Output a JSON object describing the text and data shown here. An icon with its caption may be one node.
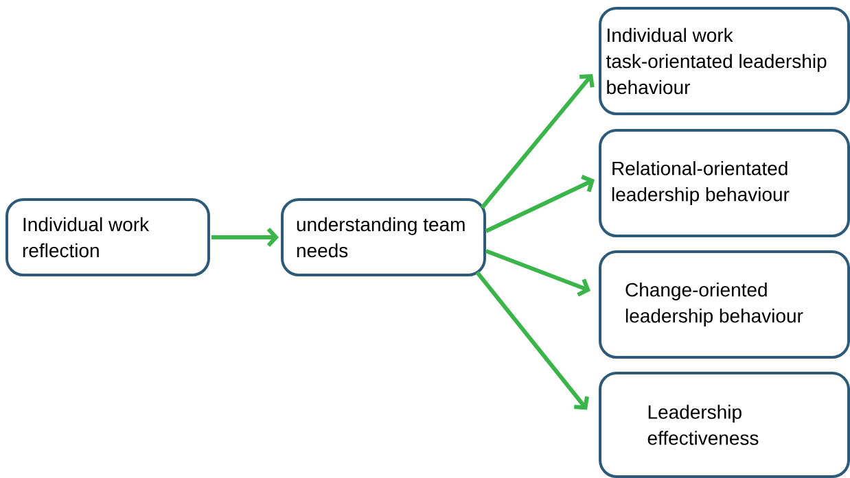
{
  "diagram": {
    "nodes": [
      {
        "text": [
          "Individual work reflection"
        ]
      },
      {
        "text": [
          "understanding team needs"
        ]
      },
      {
        "text": [
          "Individual work task-orientated leadership behaviour"
        ]
      },
      {
        "text": [
          "Relational-orientated leadership behaviour"
        ]
      },
      {
        "text": [
          "Change-oriented leadership behaviour"
        ]
      },
      {
        "text": [
          "Leadership effectiveness"
        ]
      }
    ],
    "edges": [
      {
        "from": 0,
        "to": 1,
        "arrow": "to"
      },
      {
        "from": 1,
        "to": 2,
        "arrow": "to"
      },
      {
        "from": 1,
        "to": 3,
        "arrow": "to"
      },
      {
        "from": 1,
        "to": 4,
        "arrow": "to"
      },
      {
        "from": 1,
        "to": 5,
        "arrow": "to"
      }
    ]
  }
}
